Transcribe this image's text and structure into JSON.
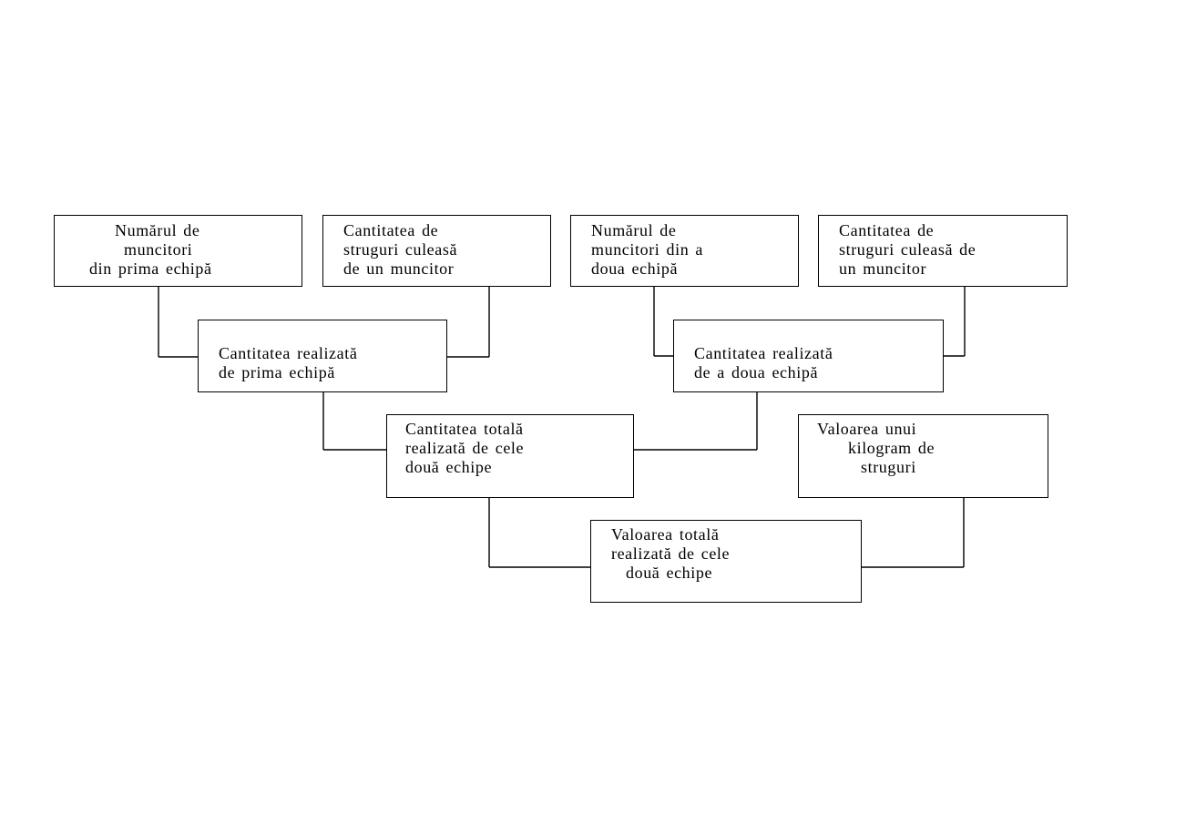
{
  "diagram": {
    "boxes": {
      "workers_team1": [
        "Numărul de",
        "muncitori",
        "din prima echipă"
      ],
      "grapes_per_worker_1": [
        "Cantitatea de",
        "struguri culeasă",
        "de un muncitor"
      ],
      "workers_team2": [
        "Numărul de",
        "muncitori din a",
        "doua echipă"
      ],
      "grapes_per_worker_2": [
        "Cantitatea de",
        "struguri culeasă de",
        "un muncitor"
      ],
      "quantity_team1": [
        "Cantitatea realizată",
        "de prima echipă"
      ],
      "quantity_team2": [
        "Cantitatea realizată",
        "de a doua echipă"
      ],
      "total_quantity": [
        "Cantitatea totală",
        "realizată de cele",
        "două echipe"
      ],
      "price_per_kg": [
        "Valoarea unui",
        "kilogram de",
        "struguri"
      ],
      "total_value": [
        "Valoarea totală",
        "realizată de cele",
        "două echipe"
      ]
    }
  }
}
